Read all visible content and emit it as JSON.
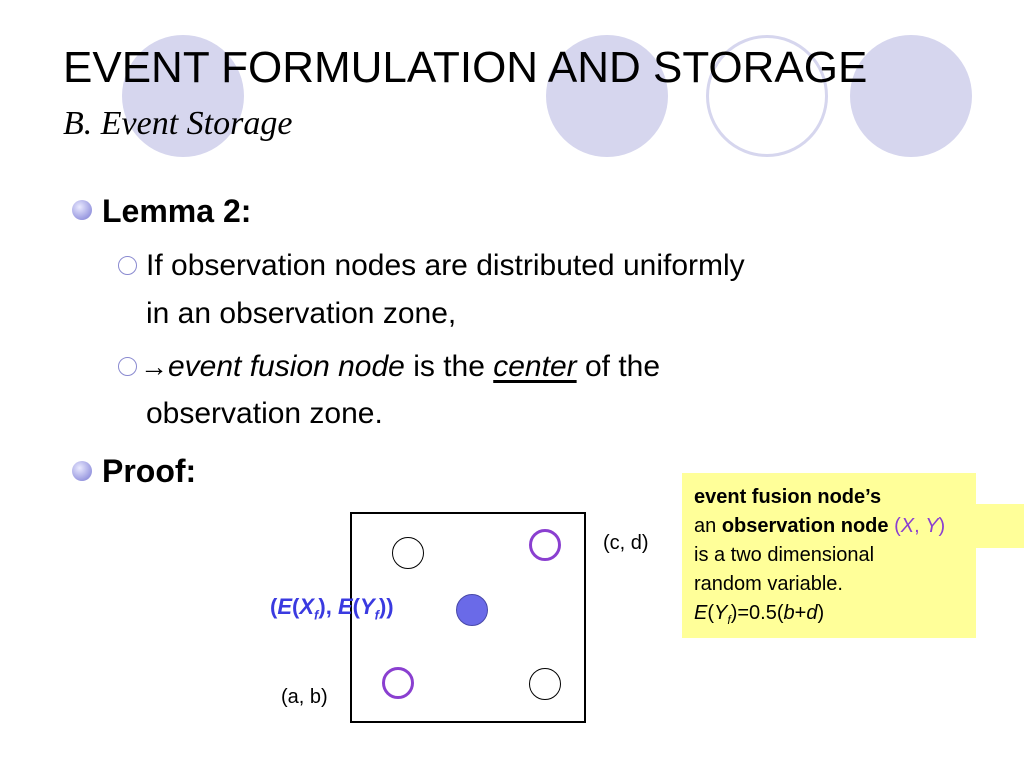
{
  "slide": {
    "title": "EVENT FORMULATION AND STORAGE",
    "subtitle": "B. Event Storage"
  },
  "bullets": {
    "lemma_label": "Lemma 2:",
    "line1a": " If observation nodes are distributed uniformly",
    "line1b": "in an observation zone,",
    "arrow": "→",
    "line2_italic": "event fusion node",
    "line2_mid": " is the ",
    "line2_center": "center",
    "line2_end": " of the",
    "line2b": "observation zone.",
    "proof_label": "Proof:"
  },
  "diagram": {
    "label_cd": "(c, d)",
    "label_ab": "(a, b)",
    "expectation": {
      "open1": "(",
      "e1": "E",
      "p1": "(",
      "x": "X",
      "sub1": "f",
      "c1": "), ",
      "e2": "E",
      "p2": "(",
      "y": "Y",
      "sub2": "f",
      "c2": "))"
    }
  },
  "note": {
    "line1": "event fusion node’s",
    "line2_pre": "an ",
    "line2_bold": "observation node",
    "line2_open": " (",
    "line2_x": "X",
    "line2_comma": ", ",
    "line2_y": "Y",
    "line2_close": ")",
    "line3": "is a two dimensional",
    "line4": "random variable.",
    "line5_e": "E",
    "line5_p": "(",
    "line5_y": "Y",
    "line5_sub": "f",
    "line5_eq": ")=0.5(",
    "line5_b": "b",
    "line5_plus": "+",
    "line5_d": "d",
    "line5_close": ")"
  },
  "colors": {
    "decor_circles": "#d6d6ee",
    "accent_purple": "#8a3fd0",
    "fusion_node_blue": "#6a6ae8",
    "expectation_text": "#3a3ae0",
    "note_background": "#ffff99"
  }
}
